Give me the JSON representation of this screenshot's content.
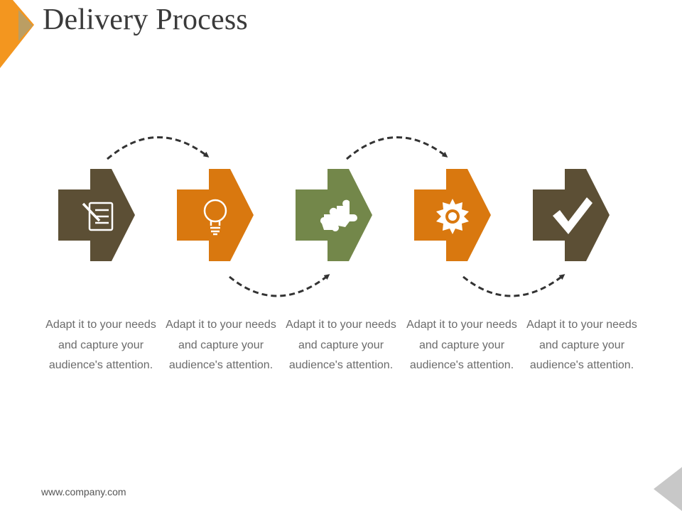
{
  "title": "Delivery Process",
  "footer": {
    "url": "www.company.com"
  },
  "colors": {
    "dark": "#5c4f35",
    "orange": "#d9780f",
    "green": "#73874a",
    "accent": "#f3961f",
    "gray": "#c8c8c8"
  },
  "steps": [
    {
      "icon": "notepad-icon",
      "color": "#5c4f35",
      "text": "Adapt it to your needs and capture your audience's attention."
    },
    {
      "icon": "lightbulb-icon",
      "color": "#d9780f",
      "text": "Adapt it to your needs and capture your audience's attention."
    },
    {
      "icon": "puzzle-piece-icon",
      "color": "#73874a",
      "text": "Adapt it to your needs and capture your audience's attention."
    },
    {
      "icon": "gear-icon",
      "color": "#d9780f",
      "text": "Adapt it to your needs and capture your audience's attention."
    },
    {
      "icon": "checkmark-icon",
      "color": "#5c4f35",
      "text": "Adapt it to your needs and capture your audience's attention."
    }
  ]
}
